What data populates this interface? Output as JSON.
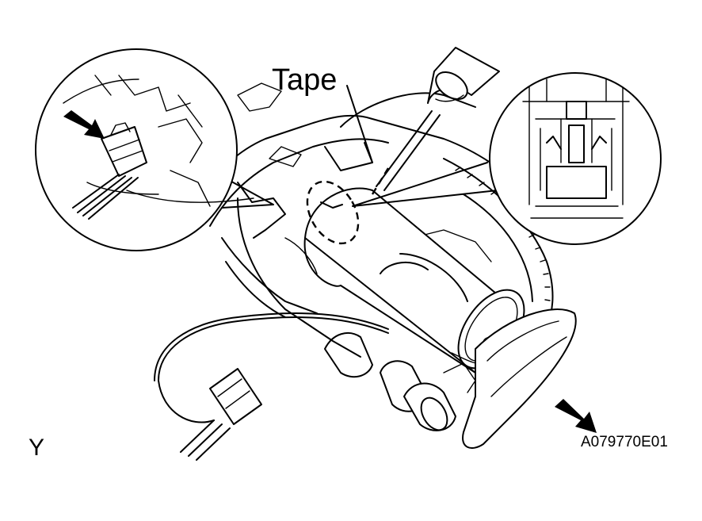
{
  "figure": {
    "callout_label": "Tape",
    "corner_mark": "Y",
    "figure_id": "A079770E01"
  },
  "icons": [
    "arrow-left-inset-icon",
    "arrow-bottom-right-icon",
    "screwdriver-icon"
  ],
  "colors": {
    "ink": "#000000",
    "paper": "#ffffff"
  }
}
